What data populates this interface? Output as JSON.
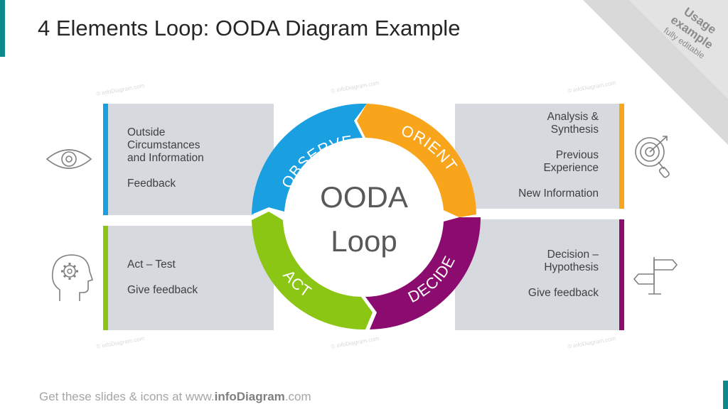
{
  "title": "4 Elements Loop: OODA Diagram Example",
  "ribbon": {
    "line1": "Usage",
    "line2": "example",
    "line3": "fully editable"
  },
  "center": {
    "line1": "OODA",
    "line2": "Loop"
  },
  "segments": [
    {
      "label": "OBSERVE",
      "color": "#1a9fe0"
    },
    {
      "label": "ORIENT",
      "color": "#f9a51b"
    },
    {
      "label": "DECIDE",
      "color": "#8b0c6e"
    },
    {
      "label": "ACT",
      "color": "#8cc614"
    }
  ],
  "panels": {
    "observe": {
      "lines": [
        "Outside",
        "Circumstances",
        "and Information",
        "",
        "Feedback"
      ],
      "icon": "eye-icon"
    },
    "orient": {
      "lines": [
        "Analysis &",
        "Synthesis",
        "",
        "Previous",
        "Experience",
        "",
        "New Information"
      ],
      "icon": "target-magnifier-icon"
    },
    "decide": {
      "lines": [
        "Decision –",
        "Hypothesis",
        "",
        "Give feedback"
      ],
      "icon": "signpost-icon"
    },
    "act": {
      "lines": [
        "Act – Test",
        "",
        "Give feedback"
      ],
      "icon": "head-gear-icon"
    }
  },
  "footer": {
    "prefix": "Get these slides  & icons  at www.",
    "brand": "infoDiagram",
    "suffix": ".com"
  },
  "watermark": "© infoDiagram.com"
}
